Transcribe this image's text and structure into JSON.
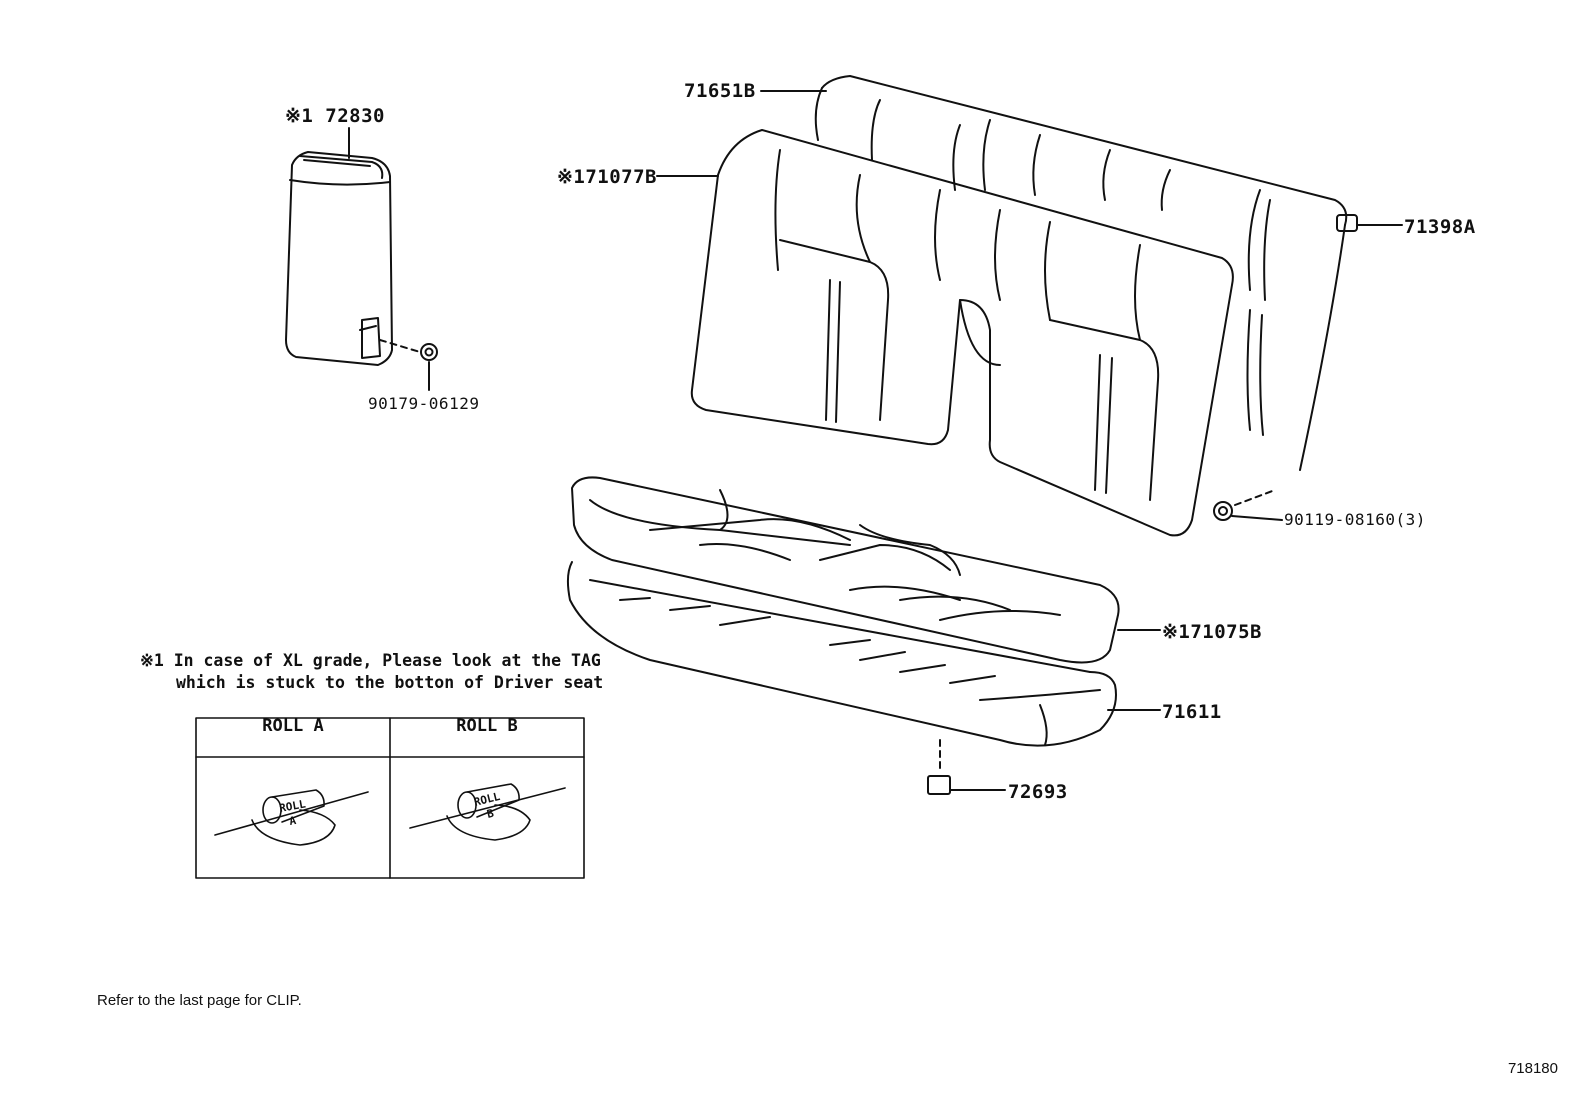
{
  "labels": {
    "armrest": "※1 72830",
    "armrest_nut": "90179-06129",
    "back_frame": "71651B",
    "back_cover": "※171077B",
    "clip": "71398A",
    "bolt": "90119-08160(3)",
    "cushion_cover": "※171075B",
    "cushion_frame": "71611",
    "pad": "72693"
  },
  "note": {
    "line1": "※1 In case of XL grade, Please look at the TAG",
    "line2": "which is stuck to the botton of Driver seat"
  },
  "roll_table": {
    "headers": [
      "ROLL A",
      "ROLL B"
    ],
    "tag_text": [
      "ROLL",
      "ROLL"
    ],
    "tag_letters": [
      "A",
      "B"
    ]
  },
  "footer": {
    "refer": "Refer to the last page for CLIP.",
    "page_id": "718180"
  }
}
